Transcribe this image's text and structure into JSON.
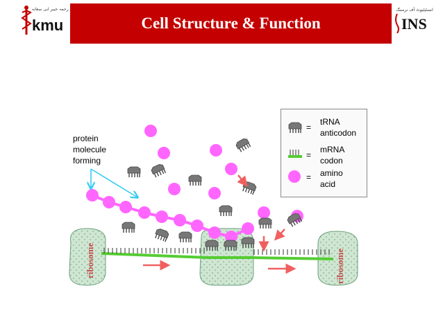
{
  "header": {
    "title": "Cell Structure & Function",
    "bg_color": "#c40000",
    "left_logo": {
      "text": "kmu",
      "urdu_text": "رحمہ خیبر ابی سعانہ",
      "icon": "caduceus-icon"
    },
    "right_logo": {
      "text": "INS",
      "urdu_text": "انسٹیٹیوٹ آف نرسنگ"
    }
  },
  "diagram": {
    "label_protein": [
      "protein",
      "molecule",
      "forming"
    ],
    "ribosome_label": "ribosome",
    "legend": {
      "items": [
        {
          "icon": "trna-anticodon-icon",
          "symbol": "=",
          "lines": [
            "tRNA",
            "anticodon"
          ]
        },
        {
          "icon": "mrna-codon-icon",
          "symbol": "=",
          "lines": [
            "mRNA",
            "codon"
          ]
        },
        {
          "icon": "amino-acid-icon",
          "symbol": "=",
          "lines": [
            "amino",
            "acid"
          ]
        }
      ]
    },
    "colors": {
      "amino_acid": "#ff66ff",
      "ribosome": "#cfe6d2",
      "mrna_strand": "#55cc33",
      "trna": "#777777",
      "arrow": "#f06060",
      "pointer": "#33ccee"
    }
  }
}
